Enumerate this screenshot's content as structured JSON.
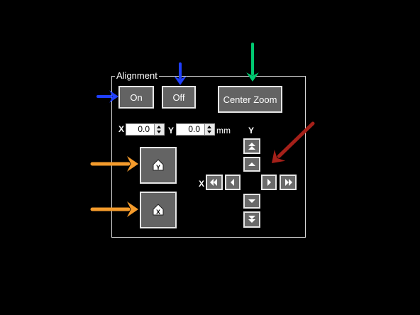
{
  "panel": {
    "title": "Alignment"
  },
  "buttons": {
    "on_label": "On",
    "off_label": "Off",
    "center_zoom_label": "Center Zoom"
  },
  "fields": {
    "x_label": "X",
    "x_value": "0.0",
    "y_label": "Y",
    "y_value": "0.0",
    "unit": "mm"
  },
  "jog": {
    "y_axis_label": "Y",
    "x_axis_label": "X"
  },
  "home": {
    "y_letter": "Y",
    "x_letter": "X"
  },
  "annotations": {
    "arrow_colors": [
      "#1f3fff",
      "#1f3fff",
      "#00c870",
      "#f49b2c",
      "#f49b2c",
      "#a52019"
    ]
  }
}
